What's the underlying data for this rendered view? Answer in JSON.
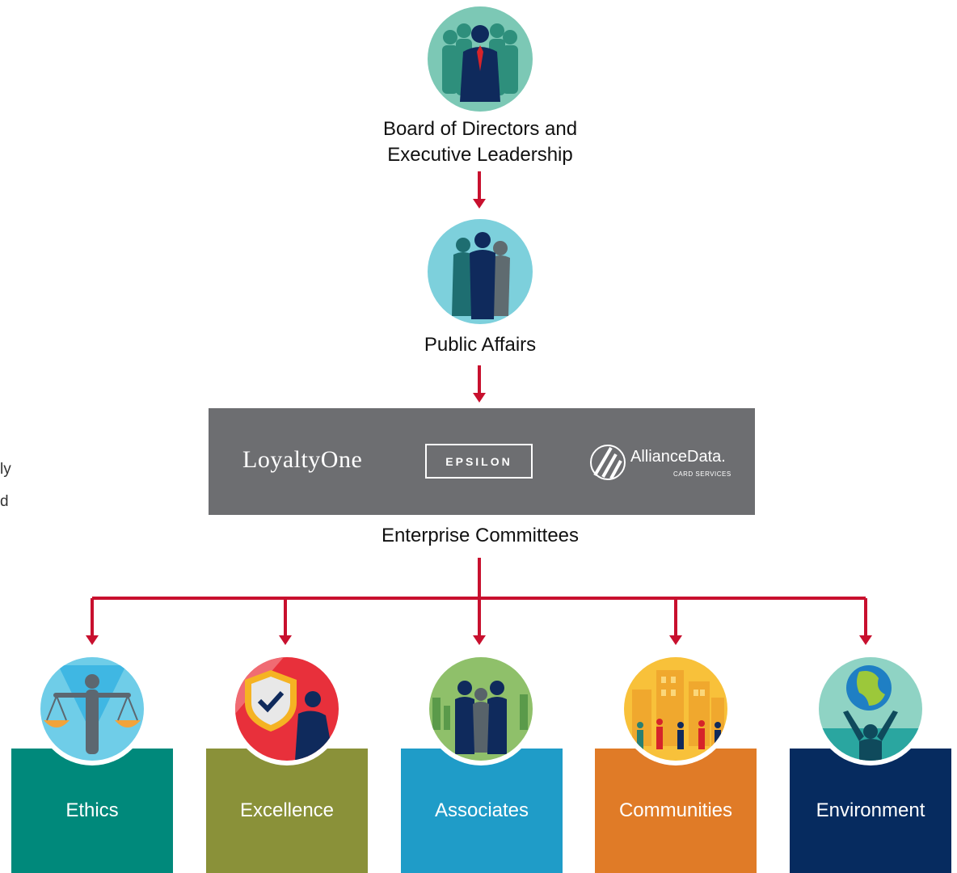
{
  "top": {
    "label_line1": "Board of Directors and",
    "label_line2": "Executive Leadership"
  },
  "middle": {
    "label": "Public Affairs"
  },
  "enterprise": {
    "logos": {
      "loyalty": "LoyaltyOne",
      "epsilon": "EPSILON",
      "ads_name": "AllianceData.",
      "ads_sub": "CARD SERVICES"
    },
    "label": "Enterprise Committees"
  },
  "clipped_text": {
    "line1": "ly",
    "line2": "d"
  },
  "committees": [
    {
      "label": "Ethics",
      "color": "#00897b",
      "icon": "scales-of-justice-icon"
    },
    {
      "label": "Excellence",
      "color": "#8a9139",
      "icon": "shield-check-icon"
    },
    {
      "label": "Associates",
      "color": "#1f9cc8",
      "icon": "people-group-icon"
    },
    {
      "label": "Communities",
      "color": "#e07b27",
      "icon": "city-walkers-icon"
    },
    {
      "label": "Environment",
      "color": "#062b5f",
      "icon": "globe-raised-arms-icon"
    }
  ],
  "colors": {
    "arrow": "#c8102e",
    "banner": "#6d6e71"
  }
}
